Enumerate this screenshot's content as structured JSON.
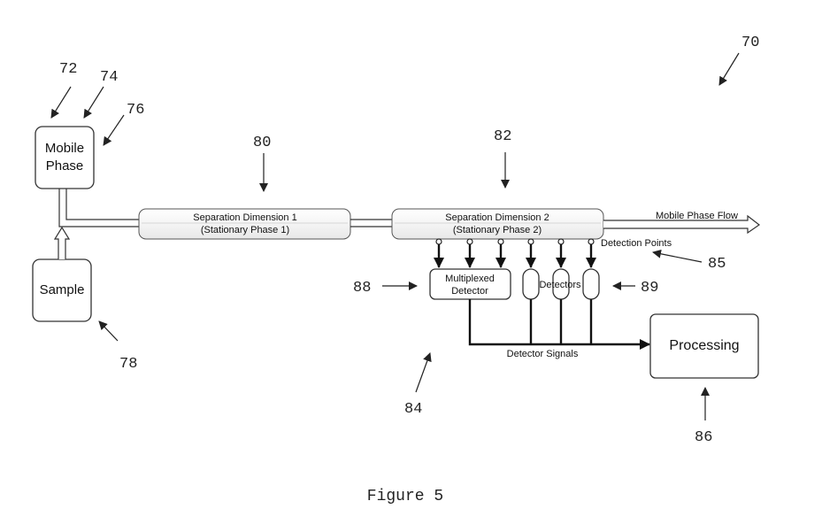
{
  "figure": {
    "caption": "Figure 5",
    "ref_numerals": {
      "system": "70",
      "r72": "72",
      "r74": "74",
      "r76": "76",
      "sample": "78",
      "dim1": "80",
      "dim2": "82",
      "signals": "84",
      "detection_points": "85",
      "processing": "86",
      "multiplexed": "88",
      "detectors": "89"
    },
    "boxes": {
      "mobile_phase_line1": "Mobile",
      "mobile_phase_line2": "Phase",
      "sample": "Sample",
      "processing": "Processing",
      "multiplexed_line1": "Multiplexed",
      "multiplexed_line2": "Detector",
      "detectors": "Detectors"
    },
    "columns": {
      "dim1_line1": "Separation Dimension 1",
      "dim1_line2": "(Stationary Phase 1)",
      "dim2_line1": "Separation Dimension 2",
      "dim2_line2": "(Stationary Phase 2)"
    },
    "labels": {
      "mobile_phase_flow": "Mobile Phase Flow",
      "detection_points": "Detection Points",
      "detector_signals": "Detector Signals"
    }
  }
}
